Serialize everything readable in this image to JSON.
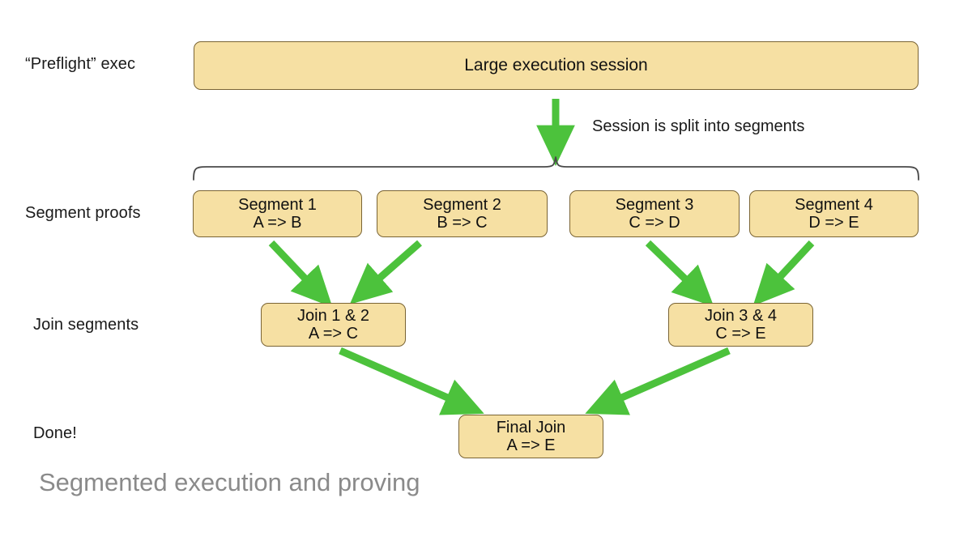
{
  "slide": {
    "caption": "Segmented execution and proving",
    "background_color": "#ffffff",
    "box_fill_color": "#f6e0a3",
    "box_border_color": "#7a6434",
    "arrow_color": "#4cc23c",
    "brace_color": "#4a4a4a",
    "caption_color": "#8a8a8a"
  },
  "row_labels": [
    {
      "id": "preflight",
      "text": "“Preflight” exec"
    },
    {
      "id": "segment-proofs",
      "text": "Segment proofs"
    },
    {
      "id": "join-segments",
      "text": "Join segments"
    },
    {
      "id": "done",
      "text": "Done!"
    }
  ],
  "annotations": [
    {
      "id": "split-note",
      "text": "Session is split into segments"
    }
  ],
  "session_box": {
    "title": "Large execution session"
  },
  "segments": [
    {
      "title": "Segment 1",
      "transition": "A => B"
    },
    {
      "title": "Segment 2",
      "transition": "B => C"
    },
    {
      "title": "Segment 3",
      "transition": "C => D"
    },
    {
      "title": "Segment 4",
      "transition": "D => E"
    }
  ],
  "joins": [
    {
      "title": "Join 1 & 2",
      "transition": "A => C"
    },
    {
      "title": "Join 3 & 4",
      "transition": "C => E"
    }
  ],
  "final_join": {
    "title": "Final Join",
    "transition": "A => E"
  }
}
